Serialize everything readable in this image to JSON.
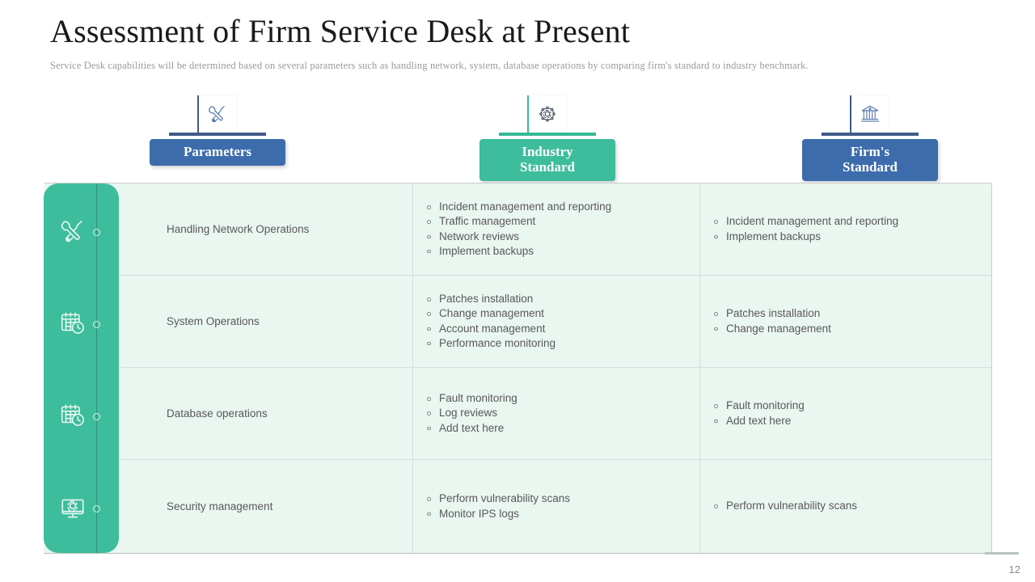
{
  "slide": {
    "title": "Assessment of Firm Service Desk at Present",
    "subtitle": "Service Desk capabilities will be determined  based on several parameters  such as handling network,  system, database  operations  by comparing firm's standard  to industry benchmark.",
    "page_number": "12"
  },
  "colors": {
    "green": "#3dbd9b",
    "blue": "#3d6cad",
    "cell_bg": "#eaf6f0",
    "text": "#595959",
    "title": "#1a1a1a",
    "subtitle": "#9a9a9a"
  },
  "headers": [
    {
      "id": "parameters",
      "label_line1": "Parameters",
      "label_line2": "",
      "badge_color": "blue",
      "icon": "wrench-screwdriver-icon"
    },
    {
      "id": "industry-standard",
      "label_line1": "Industry",
      "label_line2": "Standard",
      "badge_color": "green",
      "icon": "gear-network-icon"
    },
    {
      "id": "firms-standard",
      "label_line1": "Firm's",
      "label_line2": "Standard",
      "badge_color": "blue",
      "icon": "bank-building-icon"
    }
  ],
  "rows": [
    {
      "id": "handling-network-operations",
      "icon": "wrench-screwdriver-icon",
      "parameter": "Handling Network Operations",
      "industry_standard": [
        "Incident management and reporting",
        "Traffic management",
        "Network reviews",
        "Implement backups"
      ],
      "firms_standard": [
        "Incident management and reporting",
        "Implement backups"
      ]
    },
    {
      "id": "system-operations",
      "icon": "calendar-clock-icon",
      "parameter": "System Operations",
      "industry_standard": [
        "Patches installation",
        "Change management",
        "Account management",
        "Performance monitoring"
      ],
      "firms_standard": [
        "Patches installation",
        "Change management"
      ]
    },
    {
      "id": "database-operations",
      "icon": "calendar-clock-icon",
      "parameter": "Database operations",
      "industry_standard": [
        "Fault monitoring",
        "Log reviews",
        "Add text here"
      ],
      "firms_standard": [
        "Fault monitoring",
        "Add text here"
      ]
    },
    {
      "id": "security-management",
      "icon": "monitor-gear-icon",
      "parameter": "Security management",
      "industry_standard": [
        "Perform vulnerability  scans",
        "Monitor IPS logs"
      ],
      "firms_standard": [
        "Perform vulnerability  scans"
      ]
    }
  ]
}
